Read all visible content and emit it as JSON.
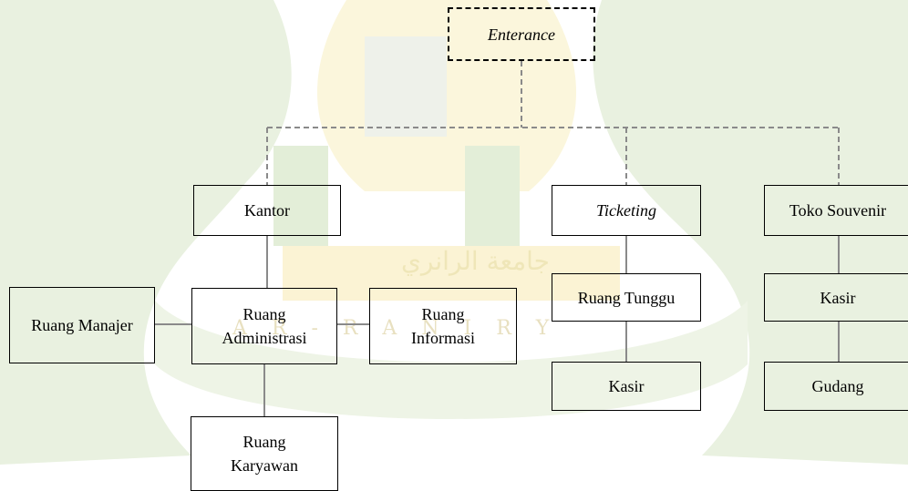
{
  "diagram": {
    "entrance": "Enterance",
    "kantor": "Kantor",
    "ticketing": "Ticketing",
    "toko_souvenir": "Toko Souvenir",
    "ruang_manajer": "Ruang Manajer",
    "ruang_administrasi": [
      "Ruang",
      "Administrasi"
    ],
    "ruang_informasi": [
      "Ruang",
      "Informasi"
    ],
    "ruang_tunggu": "Ruang Tunggu",
    "kasir_ticketing": "Kasir",
    "kasir_souvenir": "Kasir",
    "gudang": "Gudang",
    "ruang_karyawan": [
      "Ruang",
      "Karyawan"
    ]
  },
  "watermark": {
    "arabic": "جامعة الرانري",
    "latin": "A R - R A N I R Y"
  },
  "colors": {
    "line_solid": "#8a8a8a",
    "line_dashed": "#8a8a8a",
    "watermark_green": "#e6f0dc",
    "watermark_yellow": "#faf3d0"
  }
}
